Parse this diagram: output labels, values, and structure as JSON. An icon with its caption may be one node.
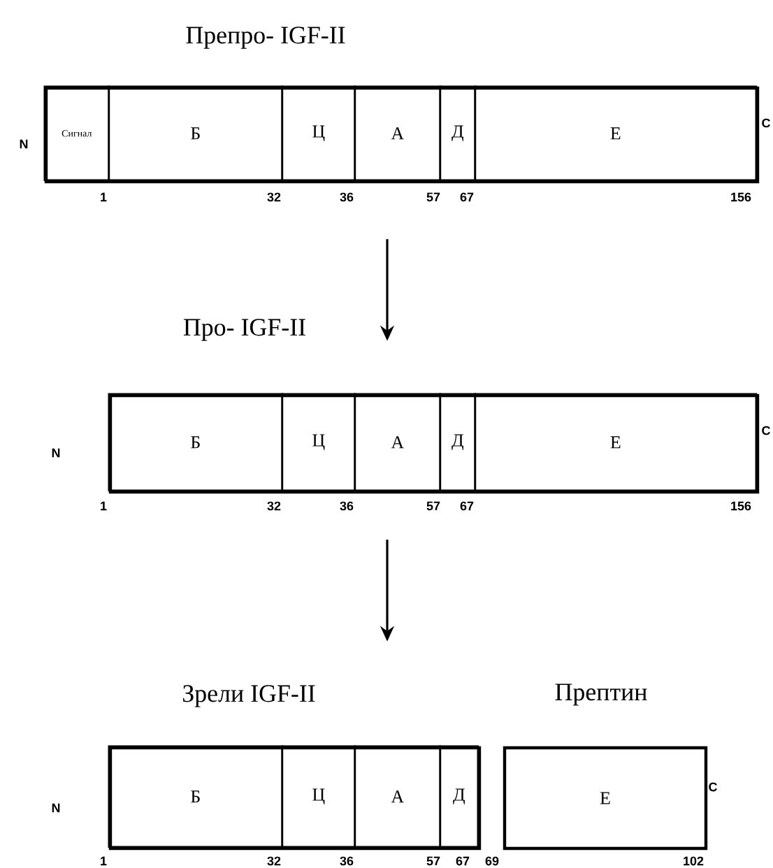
{
  "diagram": {
    "nodes": [
      {
        "text": [],
        "shape": "box",
        "beside": [
          "Препро- IGF-II"
        ]
      },
      {
        "text": [
          "Сигнал"
        ],
        "in": 0
      },
      {
        "text": [
          "Б"
        ],
        "in": 0
      },
      {
        "text": [
          "Ц"
        ],
        "in": 0
      },
      {
        "text": [
          "А"
        ],
        "in": 0
      },
      {
        "text": [
          "Д"
        ],
        "in": 0
      },
      {
        "text": [
          "Е"
        ],
        "in": 0
      },
      {
        "text": [],
        "shape": "box",
        "beside": [
          "Про- IGF-II"
        ]
      },
      {
        "text": [
          "Б"
        ],
        "in": 7
      },
      {
        "text": [
          "Ц"
        ],
        "in": 7
      },
      {
        "text": [
          "А"
        ],
        "in": 7
      },
      {
        "text": [
          "Д"
        ],
        "in": 7
      },
      {
        "text": [
          "Е"
        ],
        "in": 7
      },
      {
        "text": [],
        "shape": "box",
        "beside": [
          "Зрели IGF-II"
        ]
      },
      {
        "text": [
          "Б"
        ],
        "in": 13
      },
      {
        "text": [
          "Ц"
        ],
        "in": 13
      },
      {
        "text": [
          "А"
        ],
        "in": 13
      },
      {
        "text": [
          "Д"
        ],
        "in": 13
      },
      {
        "text": [
          "Е"
        ],
        "beside": [
          "Прептин"
        ]
      }
    ],
    "edges": [
      {
        "from": 0,
        "to": 7,
        "arrow": "to"
      },
      {
        "from": 7,
        "to": 13,
        "arrow": "to"
      }
    ],
    "labels": [
      "N",
      "C",
      "1",
      "32",
      "36",
      "57",
      "67",
      "156",
      "N",
      "C",
      "1",
      "32",
      "36",
      "57",
      "67",
      "156",
      "N",
      "C",
      "1",
      "32",
      "36",
      "57",
      "67",
      "69",
      "102"
    ]
  }
}
